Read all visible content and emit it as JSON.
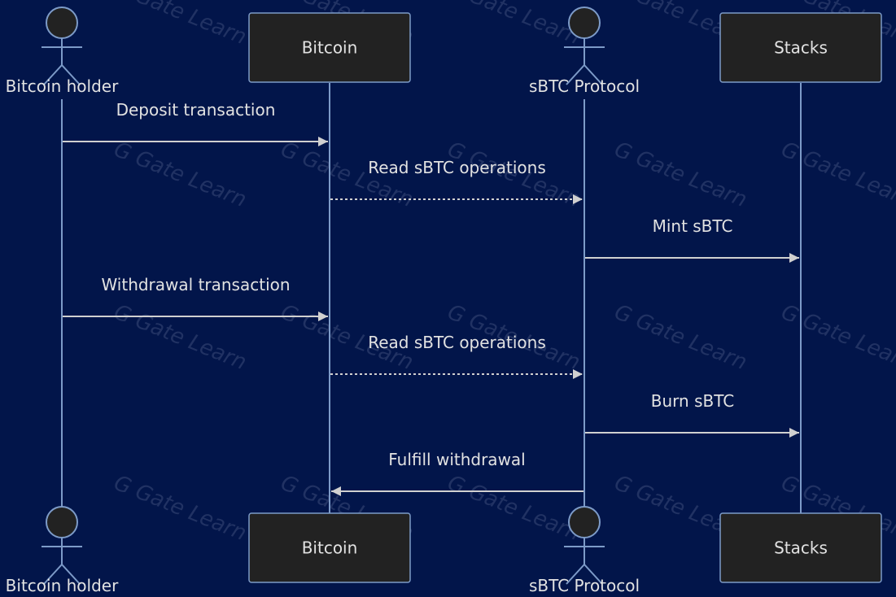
{
  "watermark": {
    "text": "Gate Learn",
    "mark": "G"
  },
  "colors": {
    "background": "#02154a",
    "box_fill": "#222222",
    "box_stroke": "#7d9bc8",
    "lifeline": "#7d9bc8",
    "message_line": "#d0d0d0",
    "text": "#e2e2e2",
    "watermark": "#3b4a78"
  },
  "participants": [
    {
      "id": "holder",
      "label": "Bitcoin holder",
      "kind": "actor"
    },
    {
      "id": "bitcoin",
      "label": "Bitcoin",
      "kind": "box"
    },
    {
      "id": "sbtc",
      "label": "sBTC Protocol",
      "kind": "actor"
    },
    {
      "id": "stacks",
      "label": "Stacks",
      "kind": "box"
    }
  ],
  "messages": [
    {
      "from": "holder",
      "to": "bitcoin",
      "label": "Deposit transaction",
      "style": "solid"
    },
    {
      "from": "bitcoin",
      "to": "sbtc",
      "label": "Read sBTC operations",
      "style": "dotted"
    },
    {
      "from": "sbtc",
      "to": "stacks",
      "label": "Mint sBTC",
      "style": "solid"
    },
    {
      "from": "holder",
      "to": "bitcoin",
      "label": "Withdrawal transaction",
      "style": "solid"
    },
    {
      "from": "bitcoin",
      "to": "sbtc",
      "label": "Read sBTC operations",
      "style": "dotted"
    },
    {
      "from": "sbtc",
      "to": "stacks",
      "label": "Burn sBTC",
      "style": "solid"
    },
    {
      "from": "sbtc",
      "to": "bitcoin",
      "label": "Fulfill withdrawal",
      "style": "solid"
    }
  ]
}
